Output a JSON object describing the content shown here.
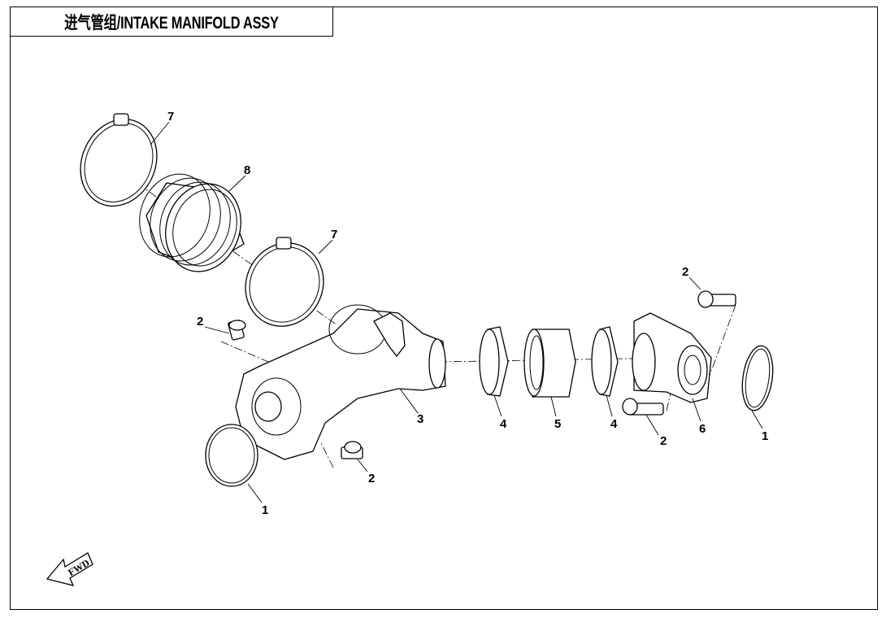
{
  "title": "进气管组/INTAKE MANIFOLD ASSY",
  "fwd_label": "FWD",
  "callouts": [
    "7",
    "8",
    "7",
    "2",
    "2",
    "3",
    "4",
    "5",
    "4",
    "2",
    "6",
    "1",
    "2",
    "1"
  ]
}
